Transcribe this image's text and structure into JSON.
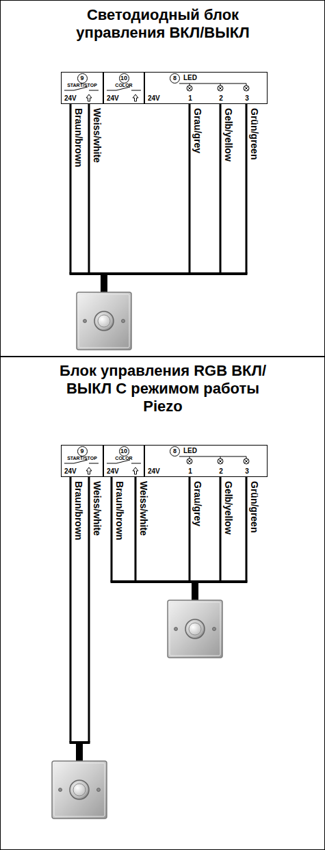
{
  "diagram": {
    "nodes": [
      {
        "text": [
          "Светодиодный блок управления ВКЛ/ВЫКЛ"
        ]
      },
      {
        "text": [
          "9",
          "START/STOP",
          "24V"
        ],
        "in": 0
      },
      {
        "text": [
          "10",
          "COLOR",
          "24V"
        ],
        "in": 0
      },
      {
        "text": [
          "8",
          "LED",
          "24V",
          "1",
          "2",
          "3"
        ],
        "in": 0
      },
      {
        "text": [
          "Блок управления RGB ВКЛ/ВЫКЛ С режимом работы Piezo"
        ]
      },
      {
        "text": [
          "9",
          "START/STOP",
          "24V"
        ],
        "in": 4
      },
      {
        "text": [
          "10",
          "COLOR",
          "24V"
        ],
        "in": 4
      },
      {
        "text": [
          "8",
          "LED",
          "24V",
          "1",
          "2",
          "3"
        ],
        "in": 4
      }
    ],
    "labels": [
      "Braun/brown",
      "Weiss/white",
      "Grau/grey",
      "Gelb/yellow",
      "Grün/green",
      "Braun/brown",
      "Weiss/white",
      "Braun/brown",
      "Weiss/white",
      "Grau/grey",
      "Gelb/yellow",
      "Grün/green"
    ]
  }
}
